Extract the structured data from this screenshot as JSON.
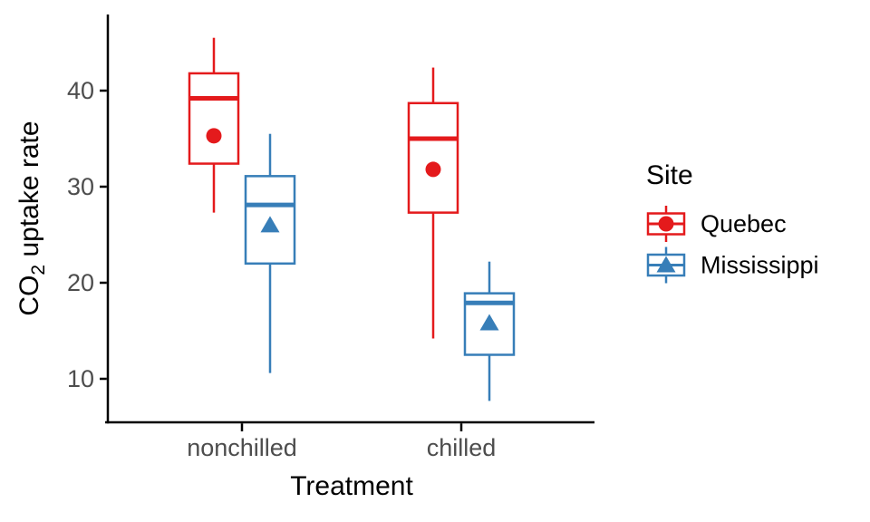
{
  "chart_data": {
    "type": "boxplot",
    "title": "",
    "xlabel": "Treatment",
    "ylabel": {
      "prefix": "CO",
      "subscript": "2",
      "suffix": " uptake rate"
    },
    "x_categories": [
      "nonchilled",
      "chilled"
    ],
    "y_axis": {
      "ticks": [
        10,
        20,
        30,
        40
      ],
      "tick_labels": [
        "10",
        "20",
        "30",
        "40"
      ],
      "range_shown": [
        7,
        46
      ]
    },
    "grid": "off",
    "legend": {
      "title": "Site",
      "position": "right",
      "entries": [
        {
          "label": "Quebec",
          "color": "#E41A1C",
          "marker": "circle"
        },
        {
          "label": "Mississippi",
          "color": "#377EB8",
          "marker": "triangle"
        }
      ]
    },
    "series": [
      {
        "name": "Quebec",
        "color": "#E41A1C",
        "marker": "circle",
        "boxes": [
          {
            "treatment": "nonchilled",
            "whisker_low": 27.3,
            "q1": 32.4,
            "median": 39.2,
            "q3": 41.8,
            "whisker_high": 45.5,
            "mean": 35.3
          },
          {
            "treatment": "chilled",
            "whisker_low": 14.2,
            "q1": 27.3,
            "median": 35.0,
            "q3": 38.7,
            "whisker_high": 42.4,
            "mean": 31.8
          }
        ]
      },
      {
        "name": "Mississippi",
        "color": "#377EB8",
        "marker": "triangle",
        "boxes": [
          {
            "treatment": "nonchilled",
            "whisker_low": 10.6,
            "q1": 22.0,
            "median": 28.1,
            "q3": 31.1,
            "whisker_high": 35.5,
            "mean": 26.0
          },
          {
            "treatment": "chilled",
            "whisker_low": 7.7,
            "q1": 12.5,
            "median": 17.9,
            "q3": 18.9,
            "whisker_high": 22.2,
            "mean": 15.8
          }
        ]
      }
    ],
    "colors": {
      "axis_line": "#000000",
      "axis_text": "#4D4D4D",
      "axis_title": "#000000",
      "box_fill": "#FFFFFF",
      "background": "#FFFFFF"
    }
  }
}
